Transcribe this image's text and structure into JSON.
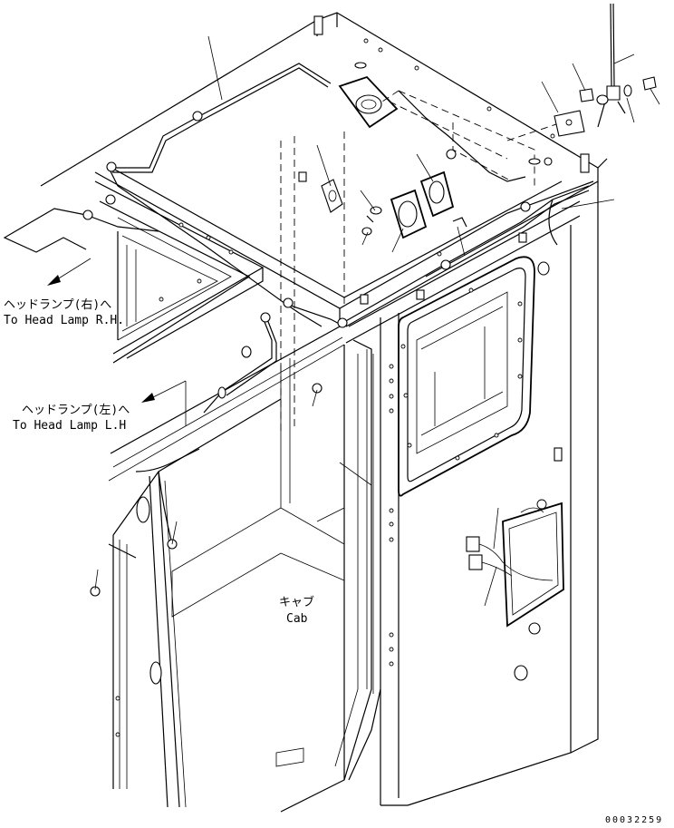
{
  "labels": {
    "head_lamp_rh_jp": "ヘッドランプ(右)へ",
    "head_lamp_rh_en": "To Head Lamp R.H.",
    "head_lamp_lh_jp": "ヘッドランプ(左)へ",
    "head_lamp_lh_en": "To Head Lamp L.H",
    "cab_jp": "キャブ",
    "cab_en": "Cab"
  },
  "drawing_number": "00032259"
}
